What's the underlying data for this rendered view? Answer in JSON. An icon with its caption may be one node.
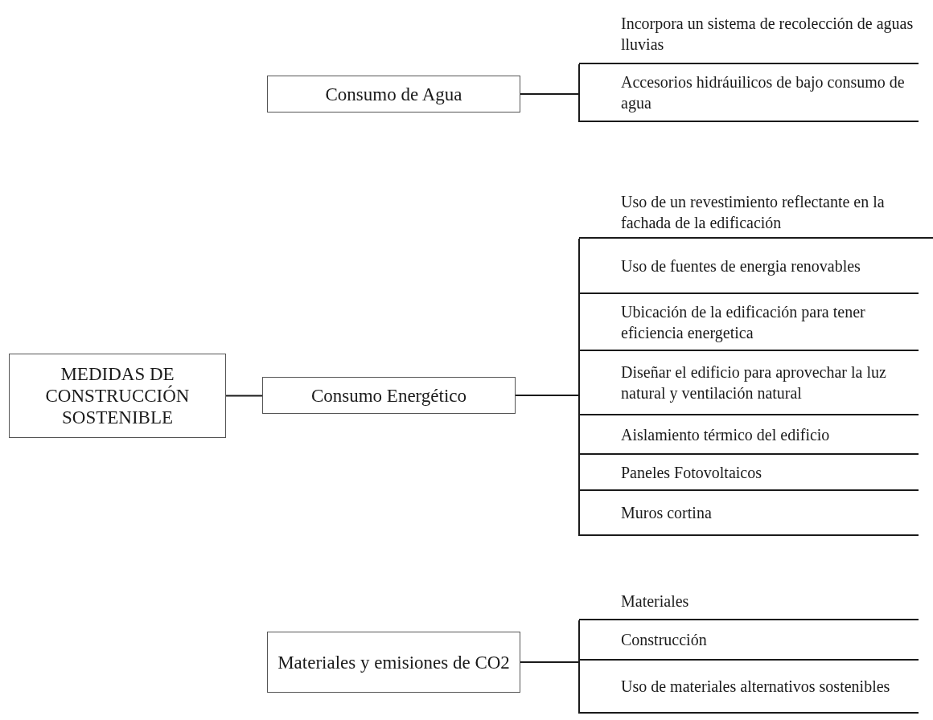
{
  "diagram": {
    "nodes": [
      {
        "text": [
          "MEDIDAS DE CONSTRUCCIÓN SOSTENIBLE"
        ]
      },
      {
        "text": [
          "Consumo de Agua"
        ]
      },
      {
        "text": [
          "Incorpora un sistema de recolección de aguas lluvias"
        ]
      },
      {
        "text": [
          "Accesorios hidráuilicos de bajo consumo de agua"
        ]
      },
      {
        "text": [
          "Consumo Energético"
        ]
      },
      {
        "text": [
          "Uso de un revestimiento reflectante en la fachada de la edificación"
        ]
      },
      {
        "text": [
          "Uso de fuentes de energia renovables"
        ]
      },
      {
        "text": [
          "Ubicación de la edificación para tener eficiencia energetica"
        ]
      },
      {
        "text": [
          "Diseñar el edificio para aprovechar la luz natural y ventilación natural"
        ]
      },
      {
        "text": [
          "Aislamiento térmico del edificio"
        ]
      },
      {
        "text": [
          "Paneles Fotovoltaicos"
        ]
      },
      {
        "text": [
          "Muros cortina"
        ]
      },
      {
        "text": [
          "Materiales y emisiones de CO2"
        ]
      },
      {
        "text": [
          "Materiales"
        ]
      },
      {
        "text": [
          "Construcción"
        ]
      },
      {
        "text": [
          "Uso de materiales alternativos sostenibles"
        ]
      }
    ],
    "edges": [
      {
        "from": 0,
        "to": 4,
        "arrow": "none"
      },
      {
        "from": 1,
        "to": 2,
        "arrow": "none"
      },
      {
        "from": 1,
        "to": 3,
        "arrow": "none"
      },
      {
        "from": 4,
        "to": 5,
        "arrow": "none"
      },
      {
        "from": 4,
        "to": 6,
        "arrow": "none"
      },
      {
        "from": 4,
        "to": 7,
        "arrow": "none"
      },
      {
        "from": 4,
        "to": 8,
        "arrow": "none"
      },
      {
        "from": 4,
        "to": 9,
        "arrow": "none"
      },
      {
        "from": 4,
        "to": 10,
        "arrow": "none"
      },
      {
        "from": 4,
        "to": 11,
        "arrow": "none"
      },
      {
        "from": 12,
        "to": 13,
        "arrow": "none"
      },
      {
        "from": 12,
        "to": 14,
        "arrow": "none"
      },
      {
        "from": 12,
        "to": 15,
        "arrow": "none"
      }
    ]
  }
}
